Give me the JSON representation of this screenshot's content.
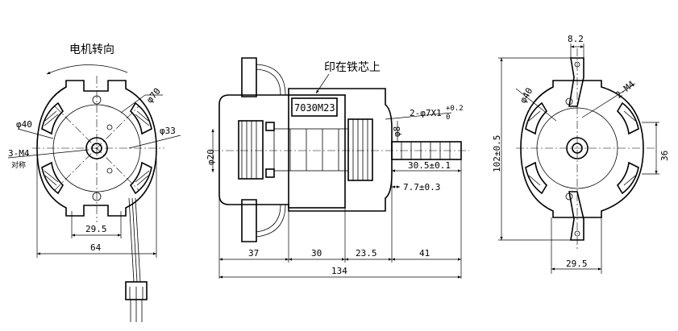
{
  "front_view": {
    "rotation_label": "电机转向",
    "dims": {
      "d70": "φ70",
      "d40": "φ40",
      "d33": "φ33",
      "thread": "3-M4",
      "thread_note": "对称",
      "w29_5": "29.5",
      "w64": "64"
    }
  },
  "side_view": {
    "stamp_label": "印在铁芯上",
    "model_code": "7030M23",
    "dims": {
      "flat": "2-φ7X1",
      "flat_tol_upper": "+0.2",
      "flat_tol_lower": "0",
      "d8": "φ8",
      "d20": "φ20",
      "shaft_len": "30.5±0.1",
      "shaft_flat": "7.7±0.3",
      "s37": "37",
      "s30": "30",
      "s23_5": "23.5",
      "s41": "41",
      "total": "134"
    }
  },
  "rear_view": {
    "dims": {
      "top": "8.2",
      "d40": "φ40",
      "thread": "2-M4",
      "height": "102±0.5",
      "h36": "36",
      "w29_5": "29.5"
    }
  }
}
